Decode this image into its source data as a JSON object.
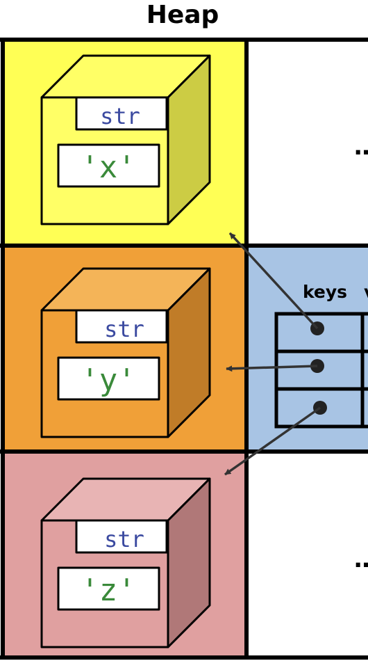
{
  "title": "Heap",
  "objects": [
    {
      "type": "str",
      "value": "'x'",
      "colors": {
        "bg": "#ffff55",
        "front": "#ffff66",
        "top": "#ffff66",
        "side": "#cccc44"
      }
    },
    {
      "type": "str",
      "value": "'y'",
      "colors": {
        "bg": "#f0a038",
        "front": "#f0a038",
        "top": "#f4b458",
        "side": "#c07c28"
      }
    },
    {
      "type": "str",
      "value": "'z'",
      "colors": {
        "bg": "#e0a0a0",
        "front": "#e0a0a0",
        "top": "#e8b4b4",
        "side": "#b07878"
      }
    }
  ],
  "ellipses": [
    "…",
    "…"
  ],
  "dict": {
    "bg_color": "#a8c4e4",
    "keys_label": "keys",
    "values_label_fragment": "v"
  }
}
